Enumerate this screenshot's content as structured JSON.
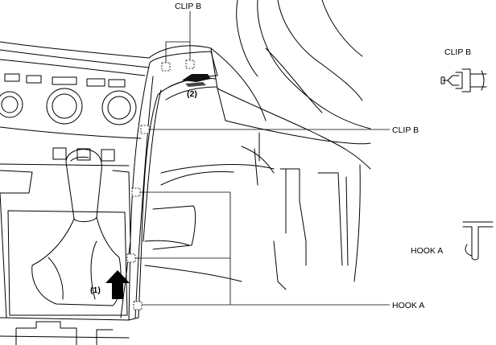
{
  "labels": {
    "clip_b_top": "CLIP B",
    "clip_b_side": "CLIP B",
    "clip_b_detail": "CLIP B",
    "hook_a_detail": "HOOK A",
    "hook_a_side": "HOOK A"
  },
  "steps": {
    "step1": "(1)",
    "step2": "(2)"
  }
}
